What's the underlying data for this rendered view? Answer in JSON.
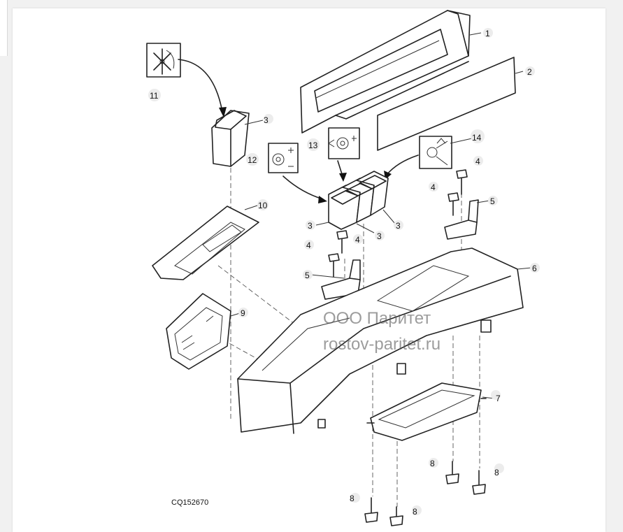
{
  "diagram": {
    "part_code": "CQ152670",
    "watermark": {
      "line1": "ООО Паритет",
      "line2": "rostov-paritet.ru"
    },
    "callouts": [
      {
        "id": "c1",
        "label": "1"
      },
      {
        "id": "c2",
        "label": "2"
      },
      {
        "id": "c3a",
        "label": "3"
      },
      {
        "id": "c3b",
        "label": "3"
      },
      {
        "id": "c3c",
        "label": "3"
      },
      {
        "id": "c3d",
        "label": "3"
      },
      {
        "id": "c4a",
        "label": "4"
      },
      {
        "id": "c4b",
        "label": "4"
      },
      {
        "id": "c4c",
        "label": "4"
      },
      {
        "id": "c4d",
        "label": "4"
      },
      {
        "id": "c5a",
        "label": "5"
      },
      {
        "id": "c5b",
        "label": "5"
      },
      {
        "id": "c6",
        "label": "6"
      },
      {
        "id": "c7",
        "label": "7"
      },
      {
        "id": "c8a",
        "label": "8"
      },
      {
        "id": "c8b",
        "label": "8"
      },
      {
        "id": "c8c",
        "label": "8"
      },
      {
        "id": "c8d",
        "label": "8"
      },
      {
        "id": "c9",
        "label": "9"
      },
      {
        "id": "c10",
        "label": "10"
      },
      {
        "id": "c11",
        "label": "11"
      },
      {
        "id": "c12",
        "label": "12"
      },
      {
        "id": "c13",
        "label": "13"
      },
      {
        "id": "c14",
        "label": "14"
      }
    ]
  }
}
